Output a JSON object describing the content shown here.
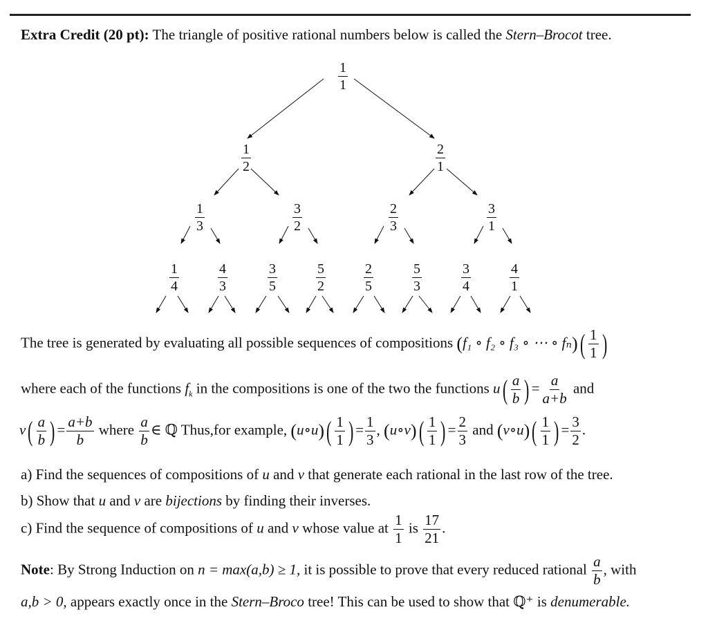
{
  "header": {
    "label": "Extra Credit (20 pt):",
    "text": " The triangle of positive rational numbers below is called the ",
    "name": "Stern–Brocot",
    "tail": " tree."
  },
  "tree": {
    "root": {
      "n": "1",
      "d": "1"
    },
    "level2": [
      {
        "n": "1",
        "d": "2"
      },
      {
        "n": "2",
        "d": "1"
      }
    ],
    "level3": [
      {
        "n": "1",
        "d": "3"
      },
      {
        "n": "3",
        "d": "2"
      },
      {
        "n": "2",
        "d": "3"
      },
      {
        "n": "3",
        "d": "1"
      }
    ],
    "level4": [
      {
        "n": "1",
        "d": "4"
      },
      {
        "n": "4",
        "d": "3"
      },
      {
        "n": "3",
        "d": "5"
      },
      {
        "n": "5",
        "d": "2"
      },
      {
        "n": "2",
        "d": "5"
      },
      {
        "n": "5",
        "d": "3"
      },
      {
        "n": "3",
        "d": "4"
      },
      {
        "n": "4",
        "d": "1"
      }
    ]
  },
  "para1": {
    "text": "The tree is generated by evaluating all possible sequences of compositions",
    "composition": "f₁ ∘ f₂ ∘ f₃ ∘ ⋯ ∘ fₙ",
    "arg_n": "1",
    "arg_d": "1"
  },
  "para2": {
    "text": "where each of the functions",
    "fk": "f",
    "fk_sub": "k",
    "text2": "in the compositions is one of the two the functions",
    "u": "u",
    "a": "a",
    "b": "b",
    "u_res_n": "a",
    "u_res_d": "a+b",
    "and": "and"
  },
  "para3": {
    "v": "v",
    "v_res_n": "a+b",
    "v_res_d": "b",
    "where": "where",
    "inQ": "∈ ℚ",
    "example": "Thus,for example,",
    "ex1_fn": "u∘u",
    "ex1_n": "1",
    "ex1_d": "3",
    "ex2_fn": "u∘v",
    "ex2_n": "2",
    "ex2_d": "3",
    "and": "and",
    "ex3_fn": "v∘u",
    "ex3_n": "3",
    "ex3_d": "2"
  },
  "questions": {
    "a": "a) Find the sequences of compositions of",
    "a_tail": "that generate each rational in the last row of the tree.",
    "b": "b) Show that",
    "b_mid": "are",
    "b_it": "bijections",
    "b_tail": "by finding their inverses.",
    "c": "c) Find the sequence of compositions of",
    "c_mid": "whose value at",
    "c_is": "is",
    "c_n": "17",
    "c_d": "21",
    "u": "u",
    "v": "v",
    "and": "and"
  },
  "note": {
    "label": "Note",
    "text1": ": By Strong Induction on",
    "formula": "n = max(a,b) ≥ 1",
    "text2": ", it is possible to prove that every reduced rational",
    "with": ", with",
    "cond": "a,b > 0",
    "text3": ", appears exactly once in the",
    "name": "Stern–Broco",
    "text4": "tree! This can be used to show that",
    "qplus": "ℚ⁺",
    "is": "is",
    "denum": "denumerable."
  }
}
